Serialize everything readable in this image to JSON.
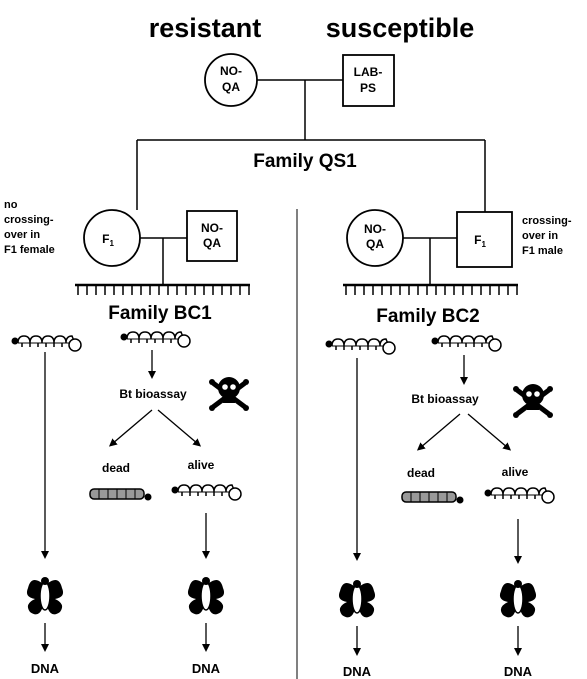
{
  "headers": {
    "resistant": "resistant",
    "susceptible": "susceptible"
  },
  "parents": {
    "circle": [
      "NO-",
      "QA"
    ],
    "square": [
      "LAB-",
      "PS"
    ]
  },
  "families": {
    "qs1": "Family  QS1",
    "bc1": "Family BC1",
    "bc2": "Family BC2"
  },
  "cross_left": {
    "female": {
      "main": "F",
      "sub": "1"
    },
    "male": [
      "NO-",
      "QA"
    ],
    "note": [
      "no",
      "crossing-",
      "over in",
      "F1 female"
    ]
  },
  "cross_right": {
    "female": [
      "NO-",
      "QA"
    ],
    "male": {
      "main": "F",
      "sub": "1"
    },
    "note": [
      "crossing-",
      "over in",
      "F1 male"
    ]
  },
  "labels": {
    "bioassay": "Bt bioassay",
    "dead": "dead",
    "alive": "alive",
    "dna": "DNA"
  },
  "icons": {
    "larva": "caterpillar-icon",
    "dead_larva": "dead-caterpillar-icon",
    "poison": "skull-crossbones-icon",
    "moth": "moth-icon"
  }
}
